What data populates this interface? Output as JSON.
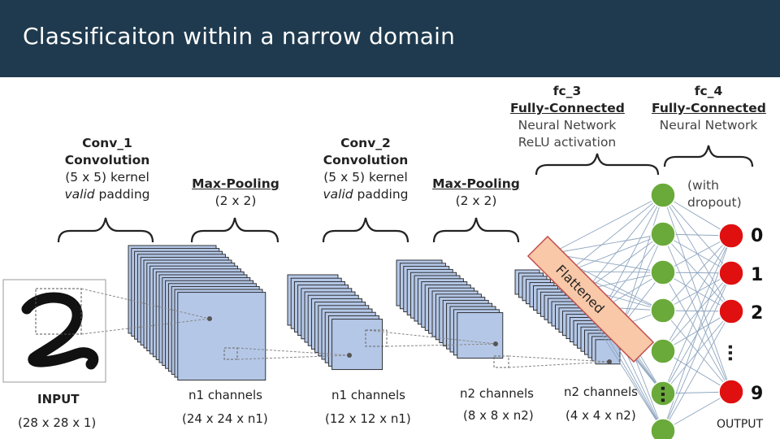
{
  "slide": {
    "title": "Classificaiton within a narrow domain",
    "header_color": "#1f3a4e"
  },
  "layers": {
    "conv1": {
      "name": "Conv_1",
      "type": "Convolution",
      "kernel": "(5 x 5) kernel",
      "padding_em": "valid",
      "padding_rest": " padding"
    },
    "pool1": {
      "name": "Max-Pooling",
      "size": "(2 x 2)"
    },
    "conv2": {
      "name": "Conv_2",
      "type": "Convolution",
      "kernel": "(5 x 5) kernel",
      "padding_em": "valid",
      "padding_rest": " padding"
    },
    "pool2": {
      "name": "Max-Pooling",
      "size": "(2 x 2)"
    },
    "fc3": {
      "name": "fc_3",
      "type": "Fully-Connected",
      "net": "Neural Network",
      "activation": "ReLU activation"
    },
    "fc4": {
      "name": "fc_4",
      "type": "Fully-Connected",
      "net": "Neural Network",
      "dropout_1": "(with",
      "dropout_2": "dropout)"
    }
  },
  "flatten_label": "Flattened",
  "bottom_labels": {
    "input": {
      "name": "INPUT",
      "dims": "(28 x 28 x 1)"
    },
    "c1": {
      "name": "n1 channels",
      "dims": "(24 x 24 x n1)"
    },
    "p1": {
      "name": "n1 channels",
      "dims": "(12 x 12 x n1)"
    },
    "c2": {
      "name": "n2 channels",
      "dims": "(8 x 8 x n2)"
    },
    "p2": {
      "name": "n2 channels",
      "dims": "(4 x 4 x n2)"
    },
    "output": {
      "name": "OUTPUT"
    }
  },
  "outputs": [
    "0",
    "1",
    "2",
    "9"
  ],
  "ellipsis": "…",
  "colors": {
    "hidden_node": "#6aaa3a",
    "output_node": "#e01010",
    "feature_map": "#b4c7e7",
    "flatten_bar": "#f8c8a8",
    "flatten_border": "#c0504d"
  }
}
